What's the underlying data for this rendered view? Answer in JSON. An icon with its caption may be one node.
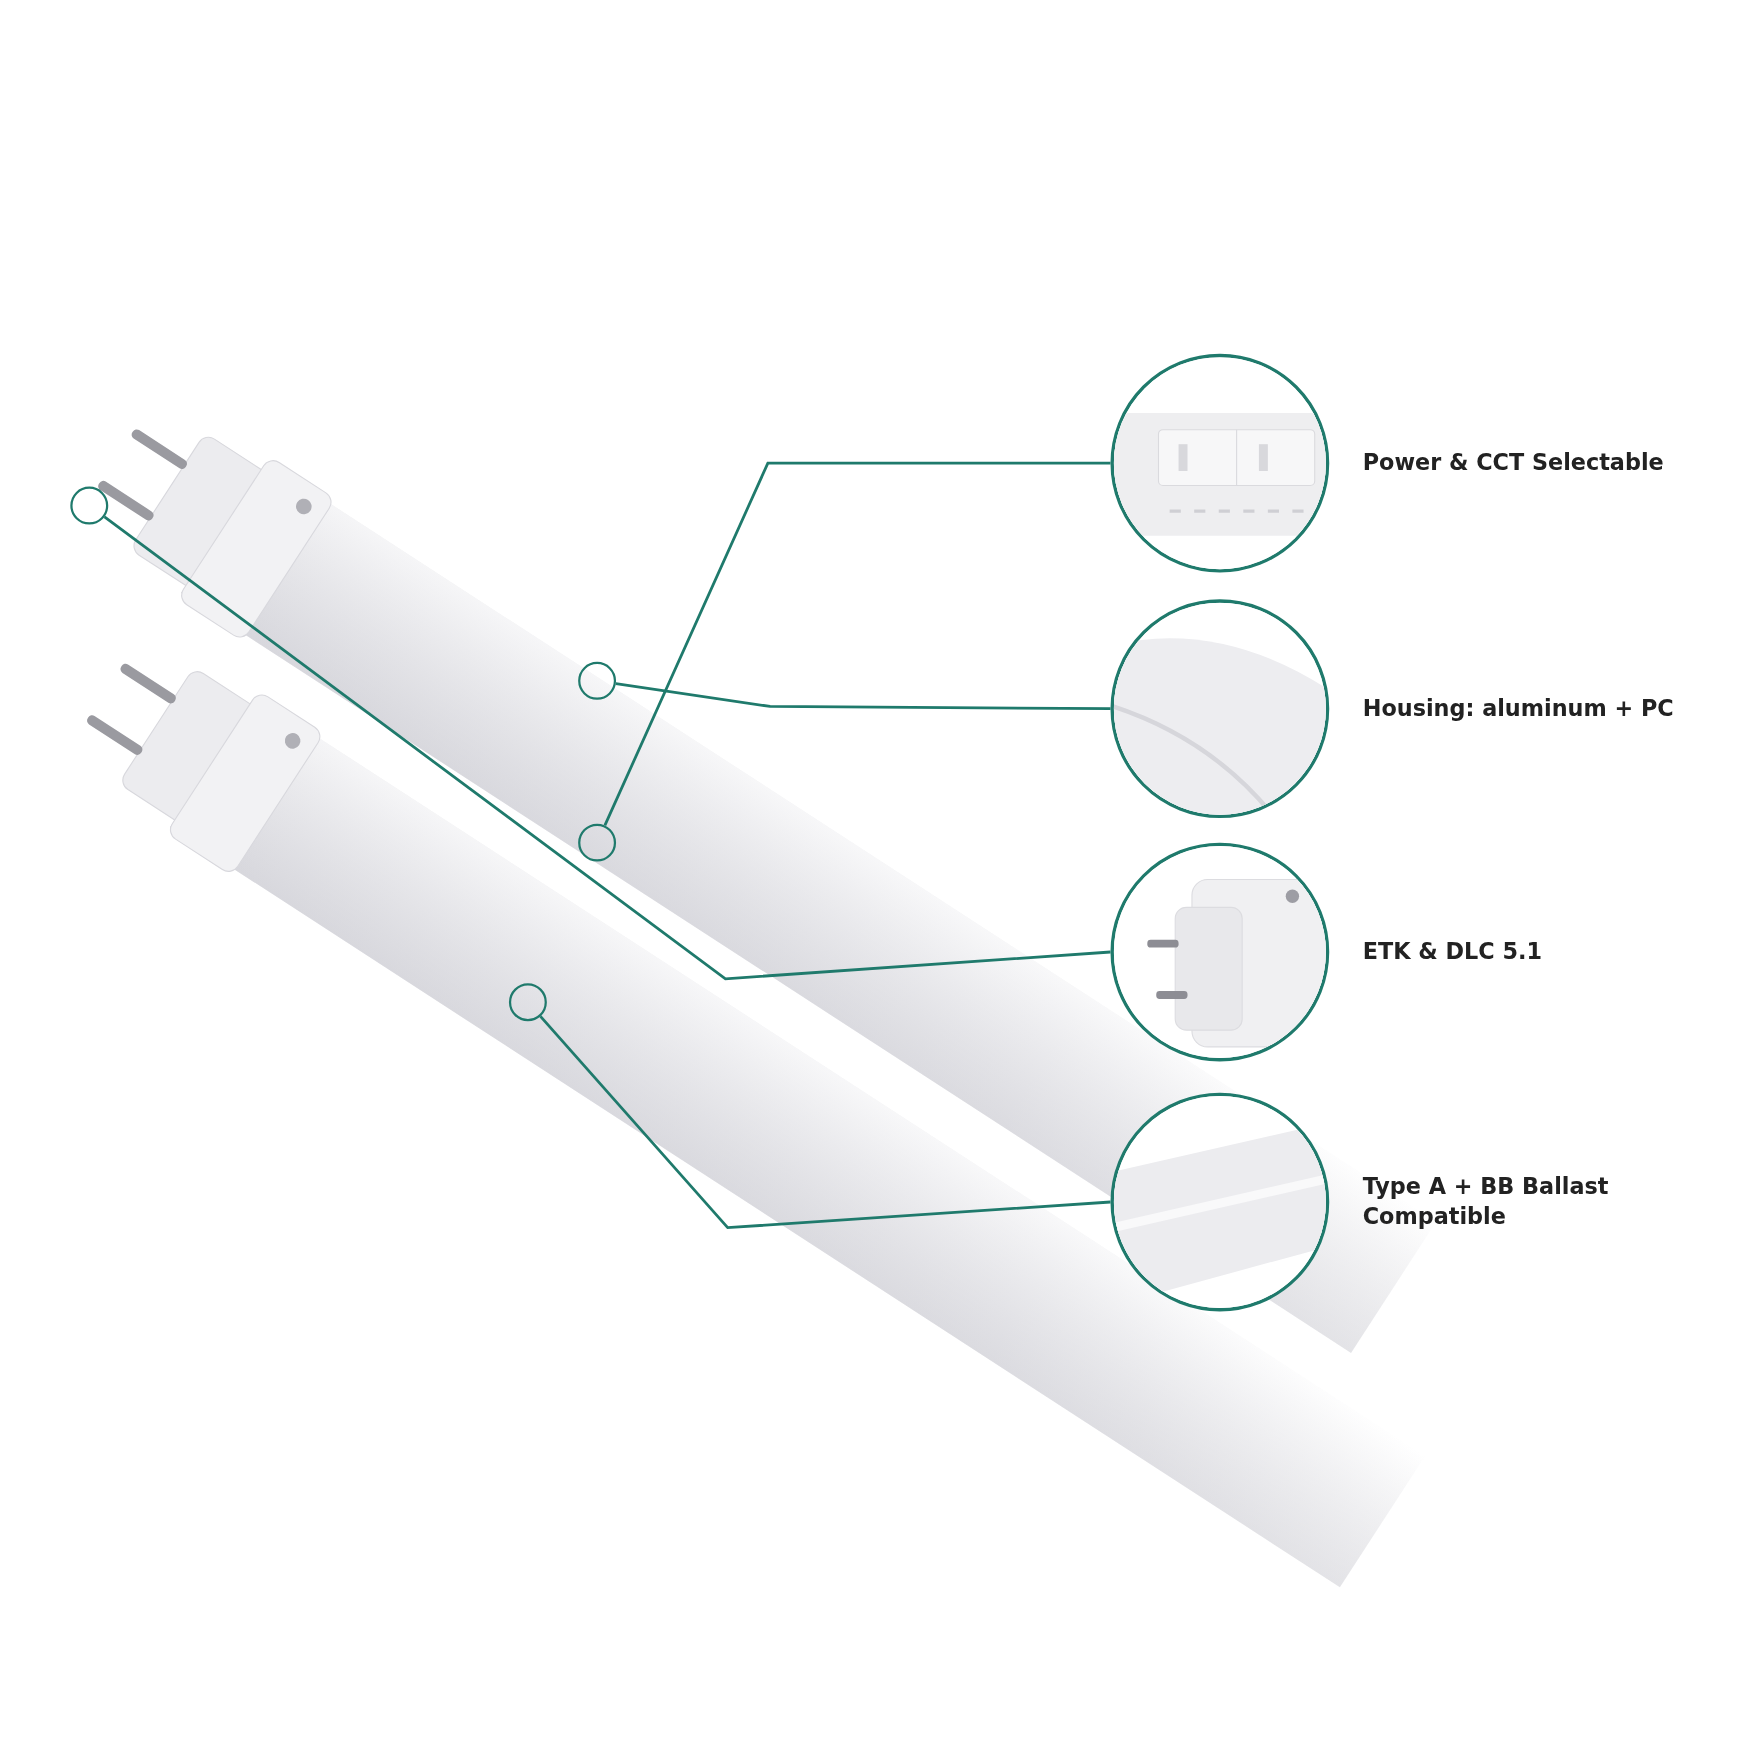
{
  "diagram": {
    "nodes": [
      {
        "text": [],
        "shape": "circle"
      },
      {
        "text": [],
        "shape": "circle"
      },
      {
        "text": [],
        "shape": "circle"
      },
      {
        "text": [],
        "shape": "circle"
      },
      {
        "text": [],
        "shape": "picture",
        "beside": [
          "Power & CCT Selectable"
        ]
      },
      {
        "text": [],
        "shape": "picture",
        "beside": [
          "Housing: aluminum + PC"
        ]
      },
      {
        "text": [],
        "shape": "picture",
        "beside": [
          "ETK & DLC 5.1"
        ]
      },
      {
        "text": [],
        "shape": "picture",
        "beside": [
          "Type A + BB Ballast Compatible"
        ]
      }
    ],
    "edges": [
      {
        "from": 2,
        "to": 4,
        "arrow": "none"
      },
      {
        "from": 1,
        "to": 5,
        "arrow": "none"
      },
      {
        "from": 0,
        "to": 6,
        "arrow": "none"
      },
      {
        "from": 3,
        "to": 7,
        "arrow": "none"
      }
    ]
  }
}
